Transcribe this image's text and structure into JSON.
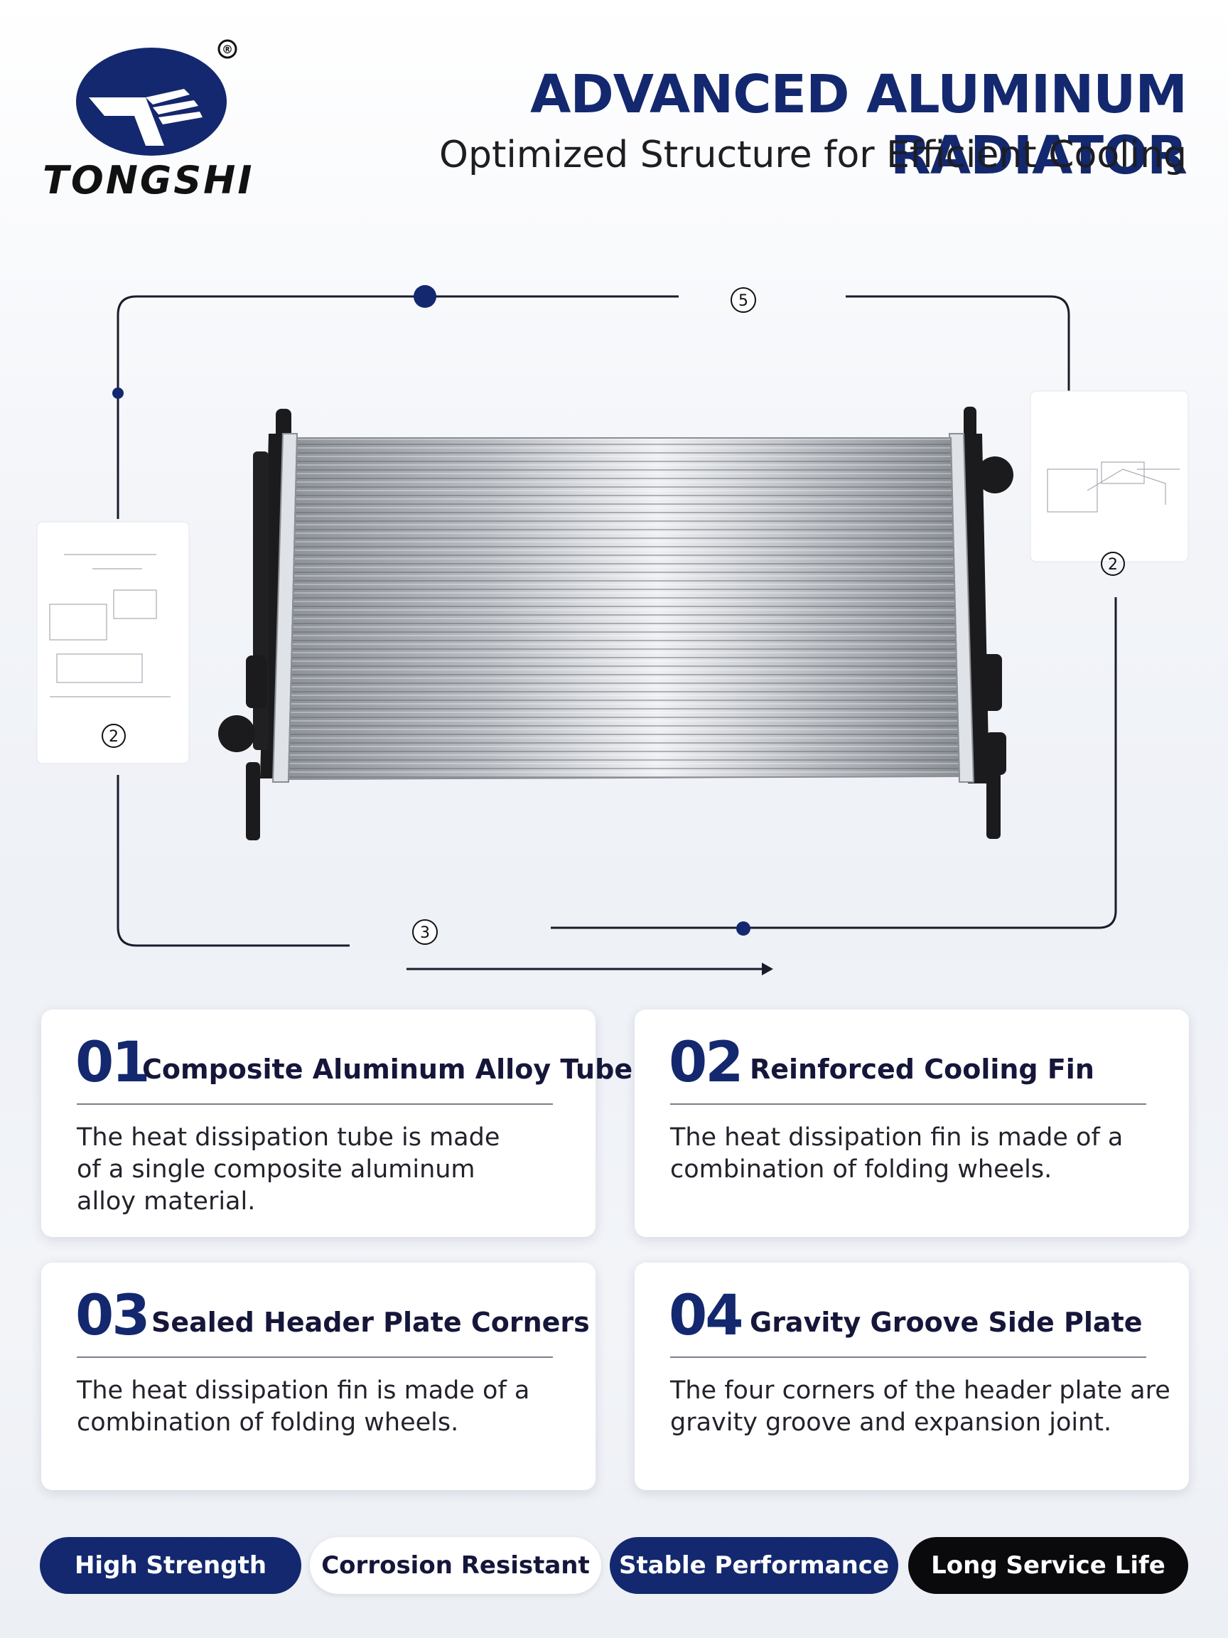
{
  "brand": {
    "name": "TONGSHI",
    "registered_mark": "®",
    "color": "#13286e"
  },
  "header": {
    "title": "ADVANCED ALUMINUM RADIATOR",
    "subtitle": "Optimized Structure for Efficient Cooling"
  },
  "diagram": {
    "callout_top": "5",
    "callout_left": "2",
    "callout_right": "2",
    "callout_bottom": "3"
  },
  "features": [
    {
      "number": "01",
      "title": "Composite Aluminum Alloy Tube",
      "description": "The heat dissipation tube is made of a single composite aluminum alloy material."
    },
    {
      "number": "02",
      "title": "Reinforced Cooling Fin",
      "description": "The heat dissipation fin is made of a combination of folding wheels."
    },
    {
      "number": "03",
      "title": "Sealed Header Plate Corners",
      "description": "The heat dissipation fin is made of a combination of folding wheels."
    },
    {
      "number": "04",
      "title": "Gravity Groove Side Plate",
      "description": "The four corners of the header plate are gravity groove and expansion joint."
    }
  ],
  "badges": [
    {
      "label": "High Strength",
      "style": "blue"
    },
    {
      "label": "Corrosion Resistant",
      "style": "white"
    },
    {
      "label": "Stable Performance",
      "style": "blue"
    },
    {
      "label": "Long Service Life",
      "style": "black"
    }
  ]
}
